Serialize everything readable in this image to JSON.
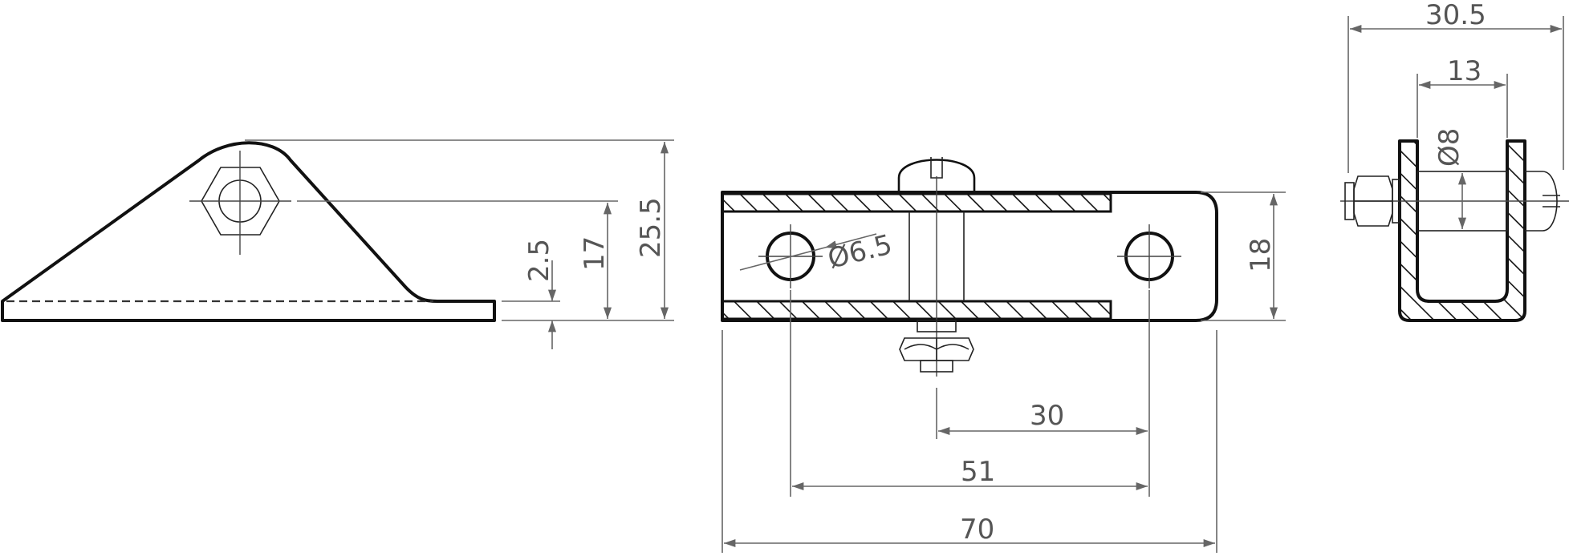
{
  "colors": {
    "line": "#111111",
    "dimension": "#666666",
    "text": "#555555",
    "background": "#ffffff"
  },
  "side_view": {
    "dims": {
      "hole_height": "17",
      "total_height": "25.5",
      "thickness": "2.5"
    }
  },
  "top_view": {
    "dims": {
      "hole_diameter": "Ø6.5",
      "width": "18",
      "hole_to_pin": "30",
      "hole_spacing": "51",
      "overall_length": "70"
    }
  },
  "end_view": {
    "dims": {
      "overall_width": "30.5",
      "inner_width": "13",
      "pin_diameter": "Ø8"
    }
  }
}
